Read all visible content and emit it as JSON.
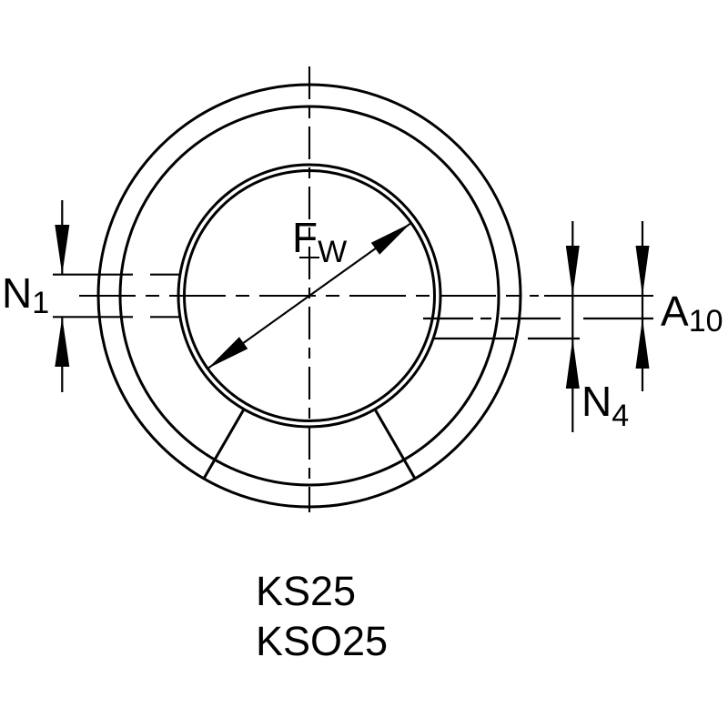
{
  "labels": {
    "bore_diameter": {
      "base": "F",
      "sub": "W"
    },
    "left_slot": {
      "base": "N",
      "sub": "1"
    },
    "right_offset": {
      "base": "A",
      "sub": "10"
    },
    "right_slot": {
      "base": "N",
      "sub": "4"
    }
  },
  "part_numbers": {
    "line1": "KS25",
    "line2": "KSO25"
  },
  "colors": {
    "line": "#000000",
    "background": "#ffffff"
  }
}
